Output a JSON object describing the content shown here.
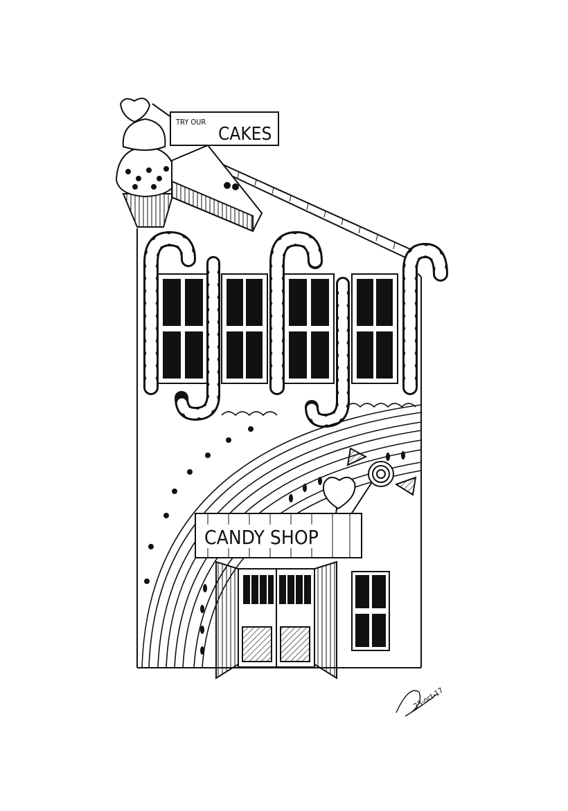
{
  "drawing": {
    "subject": "candy shop facade",
    "colors": {
      "ink": "#111111",
      "paper": "#ffffff",
      "shadow": "#f3f3f3"
    }
  },
  "sign_cakes": {
    "small_text": "TRY OUR",
    "big_text": "CAKES"
  },
  "sign_shop": {
    "text": "CANDY SHOP"
  },
  "signature": {
    "date": "23-oct-17"
  }
}
